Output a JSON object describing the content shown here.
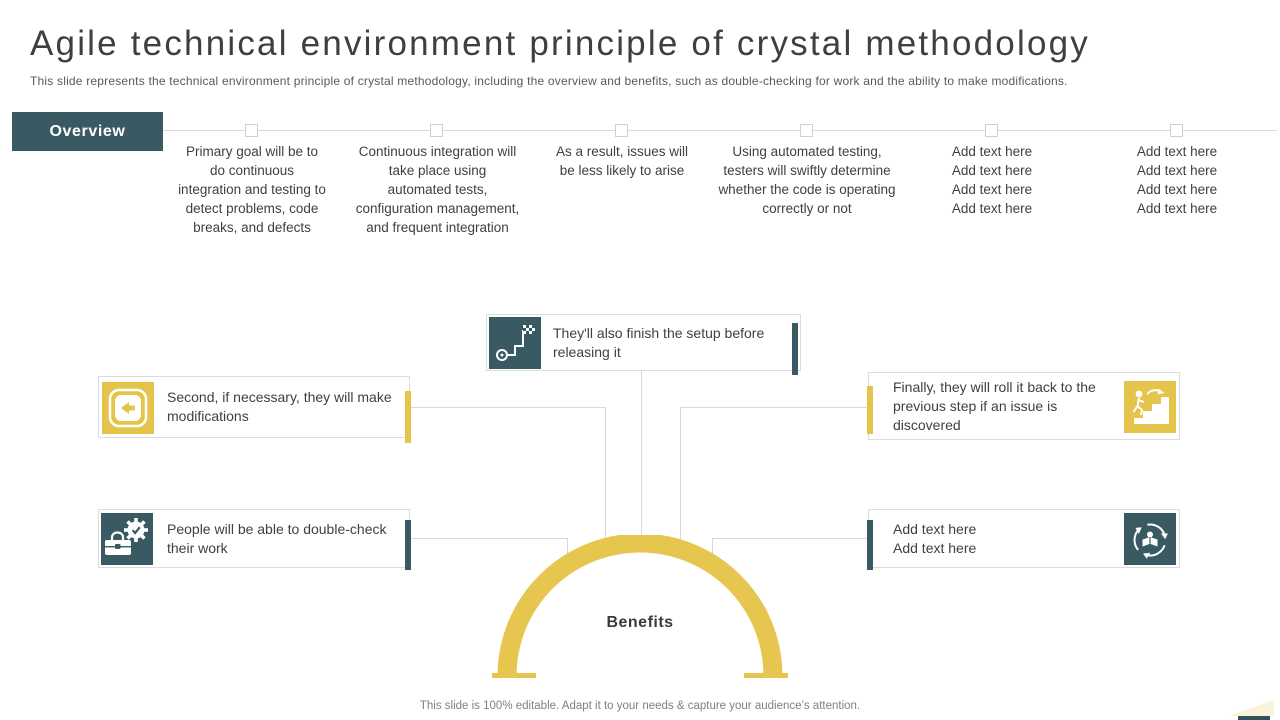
{
  "colors": {
    "teal": "#3a5a63",
    "yellow": "#e5c44c",
    "line_gray": "#d9d9d9",
    "text_dark": "#404040"
  },
  "header": {
    "title": "Agile technical environment principle of crystal methodology",
    "subtitle": "This slide represents the technical environment principle of crystal methodology, including the overview and benefits, such as double-checking for work and the ability to make modifications."
  },
  "overview": {
    "label": "Overview",
    "columns": [
      {
        "text": "Primary goal will be to do continuous integration and testing to detect problems, code breaks, and defects"
      },
      {
        "text": "Continuous integration will take place using automated tests, configuration management, and frequent integration"
      },
      {
        "text": "As a result, issues will be less likely to arise"
      },
      {
        "text": "Using automated testing, testers will swiftly determine whether the code is operating correctly or not"
      },
      {
        "lines": [
          "Add text here",
          "Add text here",
          "Add text here",
          "Add text here"
        ]
      },
      {
        "lines": [
          "Add text here",
          "Add text here",
          "Add text here",
          "Add text here"
        ]
      }
    ]
  },
  "benefits": {
    "label": "Benefits",
    "top_center": {
      "text": "They'll also finish the setup before releasing it",
      "icon": "milestone-flag-icon"
    },
    "left_upper": {
      "text": "Second, if necessary, they will make modifications",
      "icon": "back-arrow-icon"
    },
    "left_lower": {
      "text": "People will be able to double-check their work",
      "icon": "toolbox-gear-icon"
    },
    "right_upper": {
      "text": "Finally, they will roll it back to the previous step if an issue is discovered",
      "icon": "rollback-stairs-icon"
    },
    "right_lower": {
      "lines": [
        "Add text here",
        "Add text here"
      ],
      "icon": "person-cycle-icon"
    }
  },
  "footer": {
    "text": "This slide is 100% editable. Adapt it to your needs & capture your audience’s attention."
  }
}
